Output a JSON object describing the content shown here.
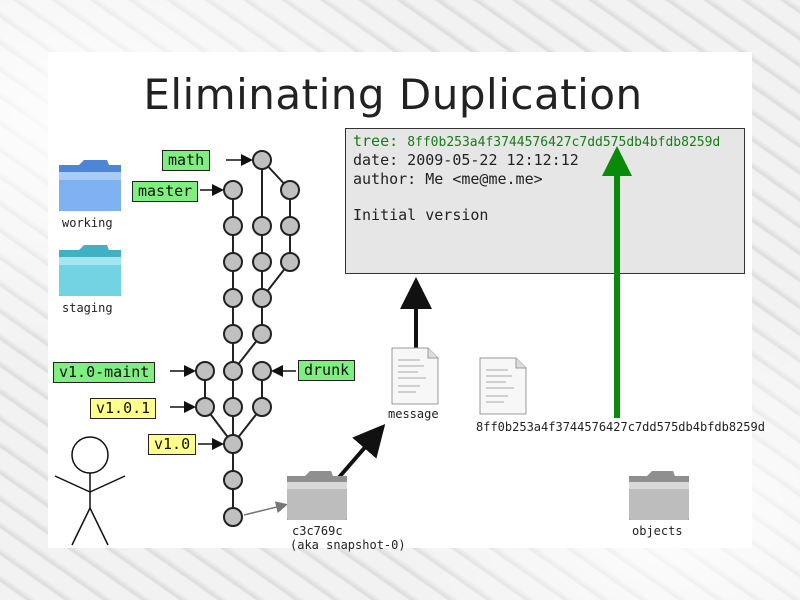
{
  "slide": {
    "title": "Eliminating Duplication"
  },
  "commit": {
    "tree_key": "tree:",
    "tree_hash": "8ff0b253a4f3744576427c7dd575db4bfdb8259d",
    "date_line": "date: 2009-05-22 12:12:12",
    "author_line": "author: Me <me@me.me>",
    "message_line": "Initial version"
  },
  "refs": {
    "math": "math",
    "master": "master",
    "v10maint": "v1.0-maint",
    "v101": "v1.0.1",
    "v10": "v1.0",
    "drunk": "drunk"
  },
  "labels": {
    "working": "working",
    "staging": "staging",
    "message": "message",
    "blob_hash": "8ff0b253a4f3744576427c7dd575db4bfdb8259d",
    "snapshot_id": "c3c769c",
    "snapshot_aka": "(aka snapshot-0)",
    "objects": "objects"
  },
  "colors": {
    "green_tag": "#7ff07f",
    "yellow_tag": "#ffff8c",
    "green_arrow": "#0a8a0a",
    "node_fill": "#c0c0c0"
  },
  "icons": [
    "folder-icon",
    "document-icon",
    "stick-figure-icon"
  ]
}
